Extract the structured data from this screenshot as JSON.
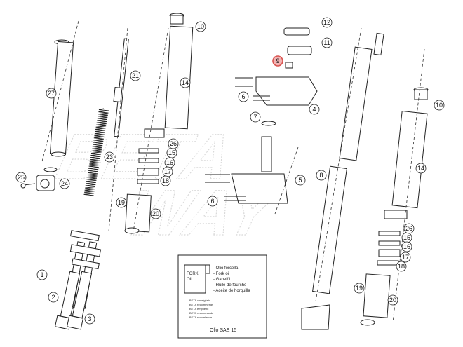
{
  "diagram": {
    "highlight_color": "#d9534f",
    "line_color": "#222222",
    "watermark_color": "#c9c9c9",
    "callouts": [
      {
        "label": "1"
      },
      {
        "label": "2"
      },
      {
        "label": "3"
      },
      {
        "label": "4"
      },
      {
        "label": "5"
      },
      {
        "label": "6"
      },
      {
        "label": "6"
      },
      {
        "label": "7"
      },
      {
        "label": "8"
      },
      {
        "label": "9",
        "highlighted": true
      },
      {
        "label": "10"
      },
      {
        "label": "10"
      },
      {
        "label": "11"
      },
      {
        "label": "12"
      },
      {
        "label": "14"
      },
      {
        "label": "14"
      },
      {
        "label": "15"
      },
      {
        "label": "15"
      },
      {
        "label": "16"
      },
      {
        "label": "16"
      },
      {
        "label": "17"
      },
      {
        "label": "17"
      },
      {
        "label": "18"
      },
      {
        "label": "18"
      },
      {
        "label": "19"
      },
      {
        "label": "19"
      },
      {
        "label": "20"
      },
      {
        "label": "20"
      },
      {
        "label": "21"
      },
      {
        "label": "23"
      },
      {
        "label": "24"
      },
      {
        "label": "25"
      },
      {
        "label": "26"
      },
      {
        "label": "26"
      },
      {
        "label": "27"
      }
    ]
  },
  "oil_box": {
    "bottle_label": [
      "FORK",
      "OIL"
    ],
    "languages": [
      "- Olio forcella",
      "- Fork oil",
      "- Gabelöl",
      "- Huile de fourche",
      "- Aceite de horquilla"
    ],
    "small_lines": [
      "BETA consigliato",
      "BETA recommends",
      "BETA empfiehlt",
      "BETA recommande",
      "BETA recomienda"
    ],
    "oil_type": "Olio SAE 15"
  }
}
